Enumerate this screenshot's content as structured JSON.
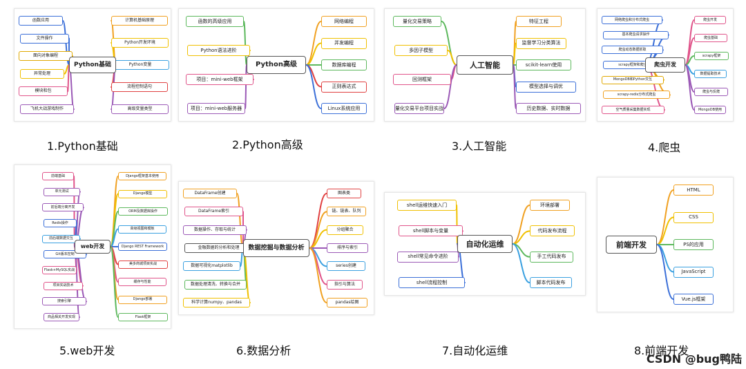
{
  "panels": [
    {
      "center": "Python基础",
      "caption": "1.Python基础",
      "left": [
        {
          "label": "函数应用",
          "color": "#3b6fd8"
        },
        {
          "label": "文件操作",
          "color": "#3b6fd8"
        },
        {
          "label": "面向对象编程",
          "color": "#e0a800"
        },
        {
          "label": "异常处理",
          "color": "#f0c000"
        },
        {
          "label": "模块和包",
          "color": "#e0548a"
        },
        {
          "label": "飞机大战游戏制作",
          "color": "#9b59b6"
        }
      ],
      "right": [
        {
          "label": "计算机基础原理",
          "color": "#f0a020"
        },
        {
          "label": "Python开发环境",
          "color": "#f0c000"
        },
        {
          "label": "Python变量",
          "color": "#3aa0e0"
        },
        {
          "label": "流程控制语句",
          "color": "#e04040"
        },
        {
          "label": "高级变量类型",
          "color": "#9b59b6"
        }
      ]
    },
    {
      "center": "Python高级",
      "caption": "2.Python高级",
      "left": [
        {
          "label": "函数的高级应用",
          "color": "#5cb85c"
        },
        {
          "label": "Python语法进阶",
          "color": "#f0c000"
        },
        {
          "label": "项目：mini-web框架",
          "color": "#e0548a"
        },
        {
          "label": "项目：mini-web服务器",
          "color": "#9b59b6"
        }
      ],
      "right": [
        {
          "label": "网络编程",
          "color": "#f0a020"
        },
        {
          "label": "并发编程",
          "color": "#f0c000"
        },
        {
          "label": "数据库编程",
          "color": "#5cb85c"
        },
        {
          "label": "正则表达式",
          "color": "#e04040"
        },
        {
          "label": "Linux系统应用",
          "color": "#3b6fd8"
        }
      ]
    },
    {
      "center": "人工智能",
      "caption": "3.人工智能",
      "left": [
        {
          "label": "量化交易策略",
          "color": "#5cb85c"
        },
        {
          "label": "多因子模型",
          "color": "#f0c000"
        },
        {
          "label": "回测框架",
          "color": "#e0548a"
        },
        {
          "label": "量化交易平台项目实战",
          "color": "#9b59b6"
        }
      ],
      "right": [
        {
          "label": "特征工程",
          "color": "#f0a020"
        },
        {
          "label": "监督学习分类算法",
          "color": "#f0c000"
        },
        {
          "label": "scikit-learn使用",
          "color": "#5cb85c"
        },
        {
          "label": "模型选择与调优",
          "color": "#3b6fd8"
        },
        {
          "label": "历史数据、实时数据",
          "color": "#9b59b6"
        }
      ]
    },
    {
      "center": "爬虫开发",
      "caption": "4.爬虫",
      "left": [
        {
          "label": "网络爬虫和分布式爬虫",
          "color": "#3b6fd8"
        },
        {
          "label": "基本爬虫请求操作",
          "color": "#3b6fd8"
        },
        {
          "label": "爬虫动态数据抓取",
          "color": "#3b6fd8"
        },
        {
          "label": "scrapy框架和爬虫工具",
          "color": "#3b6fd8"
        },
        {
          "label": "MongoDB和Python交互",
          "color": "#e0a800"
        },
        {
          "label": "scrapy-redis分布式爬虫",
          "color": "#f0a020"
        },
        {
          "label": "空气质量采集数据实现",
          "color": "#e0548a"
        }
      ],
      "right": [
        {
          "label": "爬虫开发",
          "color": "#e0548a"
        },
        {
          "label": "爬虫基础",
          "color": "#e0548a"
        },
        {
          "label": "scrapy框架",
          "color": "#5cb85c"
        },
        {
          "label": "数据提取技术",
          "color": "#3aa0e0"
        },
        {
          "label": "爬虫与反爬",
          "color": "#9b59b6"
        },
        {
          "label": "MongoDB使用",
          "color": "#9b59b6"
        }
      ]
    },
    {
      "center": "web开发",
      "caption": "5.web开发",
      "left": [
        {
          "label": "前端基础",
          "color": "#e0548a"
        },
        {
          "label": "单元测试",
          "color": "#9b59b6"
        },
        {
          "label": "前后端分离开发",
          "color": "#9b59b6"
        },
        {
          "label": "Redis操作",
          "color": "#3b6fd8"
        },
        {
          "label": "前后端数据交互",
          "color": "#3aa0e0"
        },
        {
          "label": "Git版本控制",
          "color": "#3b6fd8"
        },
        {
          "label": "Flask+MySQL实战",
          "color": "#e0548a"
        },
        {
          "label": "项目实战技术",
          "color": "#e0548a"
        },
        {
          "label": "搜索引擎",
          "color": "#9b59b6"
        },
        {
          "label": "商品相关开发实现",
          "color": "#9b59b6"
        }
      ],
      "right": [
        {
          "label": "Django框架基本使用",
          "color": "#f0a020"
        },
        {
          "label": "Django模型",
          "color": "#f0c000"
        },
        {
          "label": "ORM及数据库操作",
          "color": "#5cb85c"
        },
        {
          "label": "高级视图和模板",
          "color": "#3aa0e0"
        },
        {
          "label": "Django REST Framework",
          "color": "#3b6fd8"
        },
        {
          "label": "美多商城项目实战",
          "color": "#e04040"
        },
        {
          "label": "缓存与性能",
          "color": "#e0548a"
        },
        {
          "label": "Django部署",
          "color": "#f0a020"
        },
        {
          "label": "Flask框架",
          "color": "#5cb85c"
        }
      ]
    },
    {
      "center": "数据挖掘与数据分析",
      "caption": "6.数据分析",
      "left": [
        {
          "label": "DataFrame创建",
          "color": "#f0a020"
        },
        {
          "label": "DataFrame索引",
          "color": "#e0548a"
        },
        {
          "label": "数据操作、存取与统计",
          "color": "#9b59b6"
        },
        {
          "label": "金融数据的分析和处理",
          "color": "#555555"
        },
        {
          "label": "数据可视化matplotlib",
          "color": "#3aa0e0"
        },
        {
          "label": "数据处理清洗、转换与合并",
          "color": "#5cb85c"
        },
        {
          "label": "科学计算numpy、pandas",
          "color": "#f0c000"
        }
      ],
      "right": [
        {
          "label": "图表类",
          "color": "#e04040"
        },
        {
          "label": "链、链表、队列",
          "color": "#f0a020"
        },
        {
          "label": "分组聚合",
          "color": "#f0c000"
        },
        {
          "label": "排序与索引",
          "color": "#9b59b6"
        },
        {
          "label": "series创建",
          "color": "#3aa0e0"
        },
        {
          "label": "指引与算法",
          "color": "#e0548a"
        },
        {
          "label": "pandas绘图",
          "color": "#f0a020"
        }
      ]
    },
    {
      "center": "自动化运维",
      "caption": "7.自动化运维",
      "left": [
        {
          "label": "shell运维快速入门",
          "color": "#f0c000"
        },
        {
          "label": "shell脚本与变量",
          "color": "#e0548a"
        },
        {
          "label": "shell常见命令进阶",
          "color": "#9b59b6"
        },
        {
          "label": "shell流程控制",
          "color": "#3b6fd8"
        }
      ],
      "right": [
        {
          "label": "环境部署",
          "color": "#f0a020"
        },
        {
          "label": "代码发布流程",
          "color": "#f0c000"
        },
        {
          "label": "手工代码发布",
          "color": "#5cb85c"
        },
        {
          "label": "脚本代码发布",
          "color": "#3aa0e0"
        }
      ]
    },
    {
      "center": "前端开发",
      "caption": "8.前端开发",
      "left": [],
      "right": [
        {
          "label": "HTML",
          "color": "#f0a020"
        },
        {
          "label": "CSS",
          "color": "#f0c000"
        },
        {
          "label": "PS的应用",
          "color": "#5cb85c"
        },
        {
          "label": "JavaScript",
          "color": "#3aa0e0"
        },
        {
          "label": "Vue.js框架",
          "color": "#3b6fd8"
        }
      ]
    }
  ],
  "watermark": "CSDN @bug鸭陆"
}
